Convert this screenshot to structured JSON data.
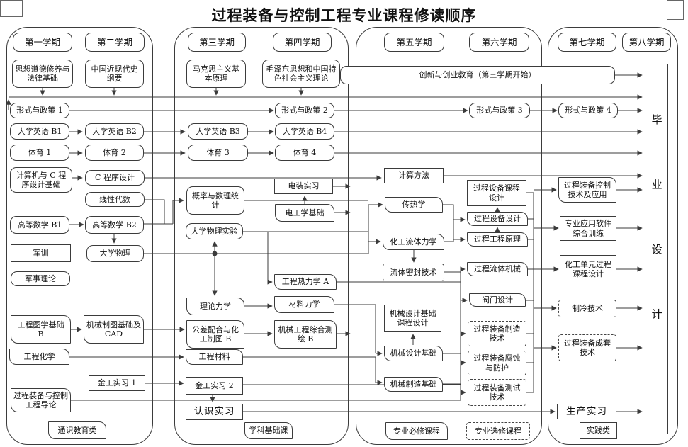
{
  "page": {
    "title": "过程装备与控制工程专业课程修读顺序"
  },
  "headers": {
    "s1": "第一学期",
    "s2": "第二学期",
    "s3": "第三学期",
    "s4": "第四学期",
    "s5": "第五学期",
    "s6": "第六学期",
    "s7": "第七学期",
    "s8": "第八学期"
  },
  "courses": {
    "sixiang": "思想道德修养与法律基础",
    "jindai": "中国近现代史纲要",
    "makesi": "马克思主义基本原理",
    "maozedong": "毛泽东思想和中国特色社会主义理论",
    "chuangxin": "创新与创业教育（第三学期开始）",
    "xingshi1": "形式与政策 1",
    "xingshi2": "形式与政策 2",
    "xingshi3": "形式与政策 3",
    "xingshi4": "形式与政策 4",
    "yingyu1": "大学英语 B1",
    "yingyu2": "大学英语 B2",
    "yingyu3": "大学英语 B3",
    "yingyu4": "大学英语 B4",
    "tiyu1": "体育 1",
    "tiyu2": "体育 2",
    "tiyu3": "体育 3",
    "tiyu4": "体育 4",
    "jisuanji": "计算机与 C 程序设计基础",
    "cchengxu": "C 程序设计",
    "jisuanfangfa": "计算方法",
    "xianxing": "线性代数",
    "gailv": "概率与数理统计",
    "dianzhuang": "电装实习",
    "diangong": "电工学基础",
    "gaoshu1": "高等数学 B1",
    "gaoshu2": "高等数学 B2",
    "wulishiyan": "大学物理实验",
    "junxun": "军训",
    "daxuewuli": "大学物理",
    "junshi": "军事理论",
    "gongre": "工程热力学 A",
    "lilun": "理论力学",
    "cailiao": "材料力学",
    "gongtu": "工程图学基础 B",
    "jixiezhitu": "机械制图基础及 CAD",
    "gongcha": "公差配合与化工制图 B",
    "cehui": "机械工程综合测绘 B",
    "gonghuaxue": "工程化学",
    "gongcailiao": "工程材料",
    "jingong1": "金工实习 1",
    "jingong2": "金工实习 2",
    "renshi": "认识实习",
    "daolun": "过程装备与控制工程导论",
    "chuanre": "传热学",
    "huagongliuti": "化工流体力学",
    "liutimifeng": "流体密封技术",
    "jsjkcsj": "机械设计基础课程设计",
    "jixiesheji": "机械设计基础",
    "jixiezhizao": "机械制造基础",
    "shebeikcsj": "过程设备课程设计",
    "shebeisheji": "过程设备设计",
    "gongchengyuanli": "过程工程原理",
    "liutijixie": "过程流体机械",
    "famen": "阀门设计",
    "zhizaojishu": "过程装备制造技术",
    "fushi": "过程装备腐蚀与防护",
    "ceshi": "过程装备测试技术",
    "kongzhi": "过程装备控制技术及应用",
    "ruanjian": "专业应用软件综合训练",
    "danyuan": "化工单元过程课程设计",
    "zhileng": "制冷技术",
    "chengtao": "过程装备成套技术",
    "shengchan": "生产实习",
    "biye": "毕业设计"
  },
  "labels": {
    "tongshi": "通识教育类",
    "xueke": "学科基础课",
    "bixiu": "专业必修课程",
    "xuanxiu": "专业选修课程",
    "shijian": "实践类"
  },
  "colors": {
    "line": "#3b3b3b",
    "box_border": "#3b3b3b",
    "background": "#ffffff"
  }
}
